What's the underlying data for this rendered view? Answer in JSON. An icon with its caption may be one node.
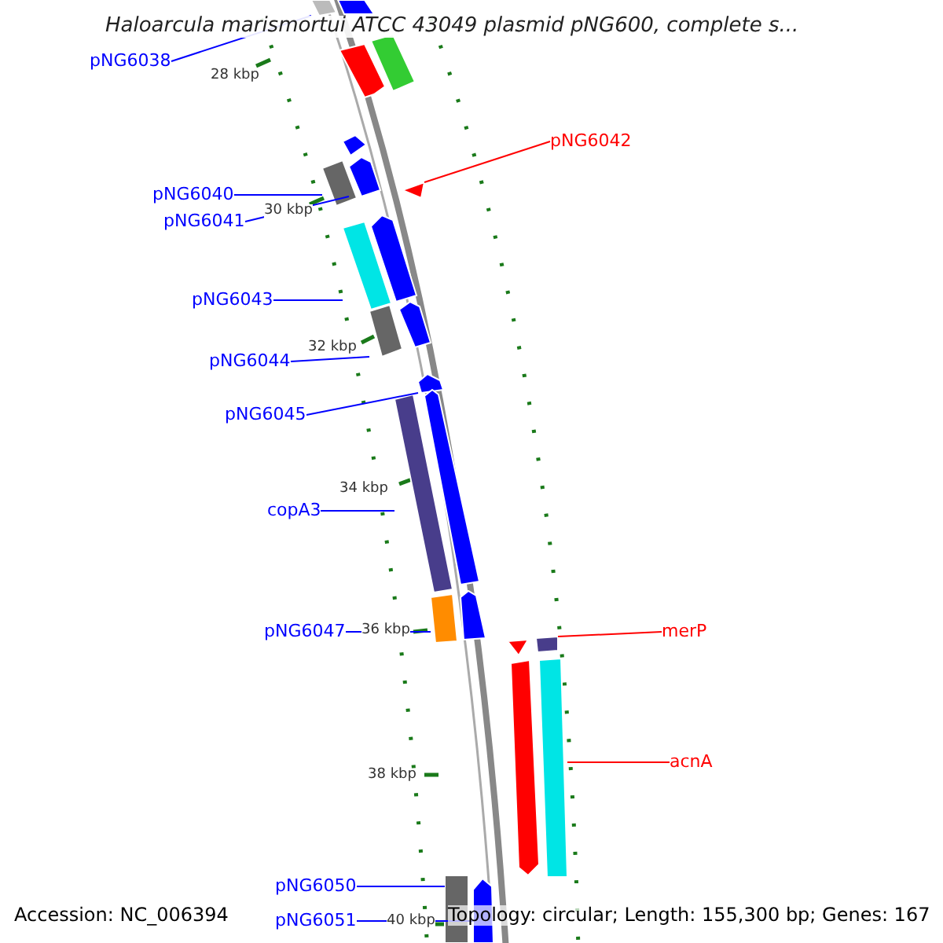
{
  "diagram": {
    "title": "Haloarcula marismortui ATCC 43049 plasmid pNG600, complete s...",
    "nodes": [
      {
        "text": [
          "pNG6038"
        ]
      },
      {
        "text": [
          "pNG6040"
        ]
      },
      {
        "text": [
          "pNG6041"
        ]
      },
      {
        "text": [
          "pNG6042"
        ]
      },
      {
        "text": [
          "pNG6043"
        ]
      },
      {
        "text": [
          "pNG6044"
        ]
      },
      {
        "text": [
          "pNG6045"
        ]
      },
      {
        "text": [
          "copA3"
        ]
      },
      {
        "text": [
          "pNG6047"
        ]
      },
      {
        "text": [
          "merP"
        ]
      },
      {
        "text": [
          "acnA"
        ]
      },
      {
        "text": [
          "pNG6050"
        ]
      },
      {
        "text": [
          "pNG6051"
        ]
      },
      {
        "text": [],
        "shape": "box"
      },
      {
        "text": [],
        "shape": "box"
      },
      {
        "text": [],
        "shape": "box"
      },
      {
        "text": [],
        "shape": "box"
      },
      {
        "text": [],
        "shape": "box"
      },
      {
        "text": [],
        "shape": "box"
      },
      {
        "text": [],
        "shape": "box"
      },
      {
        "text": [],
        "shape": "box"
      },
      {
        "text": [],
        "shape": "box"
      },
      {
        "text": [],
        "shape": "box"
      },
      {
        "text": [],
        "shape": "box"
      },
      {
        "text": [],
        "shape": "box"
      },
      {
        "text": [],
        "shape": "box"
      },
      {
        "text": [],
        "shape": "box"
      },
      {
        "text": [],
        "shape": "box"
      },
      {
        "text": [],
        "shape": "box"
      },
      {
        "text": [],
        "shape": "box"
      },
      {
        "text": [],
        "shape": "box"
      },
      {
        "text": [],
        "shape": "box"
      },
      {
        "text": [],
        "shape": "box"
      },
      {
        "text": [],
        "shape": "box"
      },
      {
        "text": [],
        "shape": "box"
      },
      {
        "text": [],
        "shape": "box"
      }
    ],
    "edges": [
      {
        "from": 0,
        "to": 13,
        "arrow": "none"
      },
      {
        "from": 1,
        "to": 14,
        "arrow": "none"
      },
      {
        "from": 2,
        "to": 15,
        "arrow": "none"
      },
      {
        "from": 3,
        "to": 16,
        "arrow": "none",
        "color": "#ff0000"
      },
      {
        "from": 4,
        "to": 17,
        "arrow": "none"
      },
      {
        "from": 5,
        "to": 18,
        "arrow": "none"
      },
      {
        "from": 6,
        "to": 19,
        "arrow": "none"
      },
      {
        "from": 7,
        "to": 20,
        "arrow": "none"
      },
      {
        "from": 8,
        "to": 21,
        "arrow": "none"
      },
      {
        "from": 9,
        "to": 22,
        "arrow": "none",
        "color": "#ff0000"
      },
      {
        "from": 10,
        "to": 23,
        "arrow": "none",
        "color": "#ff0000"
      },
      {
        "from": 11,
        "to": 24,
        "arrow": "none"
      },
      {
        "from": 12,
        "to": 25,
        "arrow": "none"
      }
    ],
    "labels": [
      "28 kbp",
      "30 kbp",
      "32 kbp",
      "34 kbp",
      "36 kbp",
      "38 kbp",
      "40 kbp",
      "Accession: NC_006394",
      "Topology: circular; Length: 155,300 bp; Genes: 167"
    ]
  }
}
